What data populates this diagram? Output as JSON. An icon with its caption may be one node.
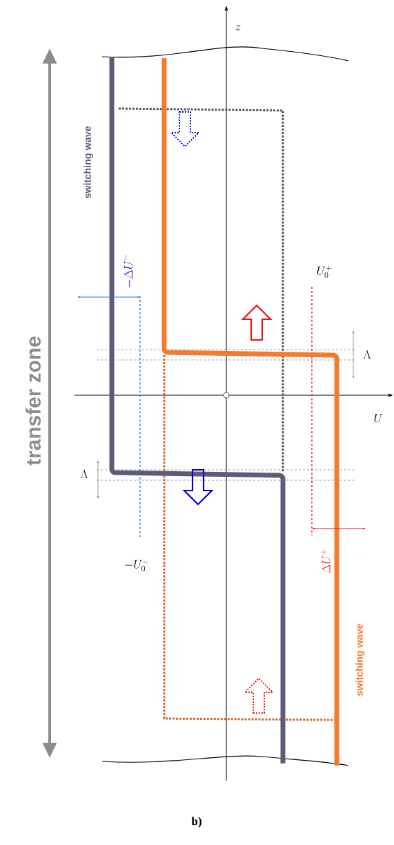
{
  "diagram": {
    "caption": "b)",
    "labels": [
      "z",
      "switching wave",
      "-\\Delta U^{-}",
      "U_0^{+}",
      "\\Lambda",
      "U",
      "\\Lambda",
      "-U_0^{-}",
      "\\Delta U^{+}",
      "switching wave",
      "transfer zone"
    ]
  }
}
